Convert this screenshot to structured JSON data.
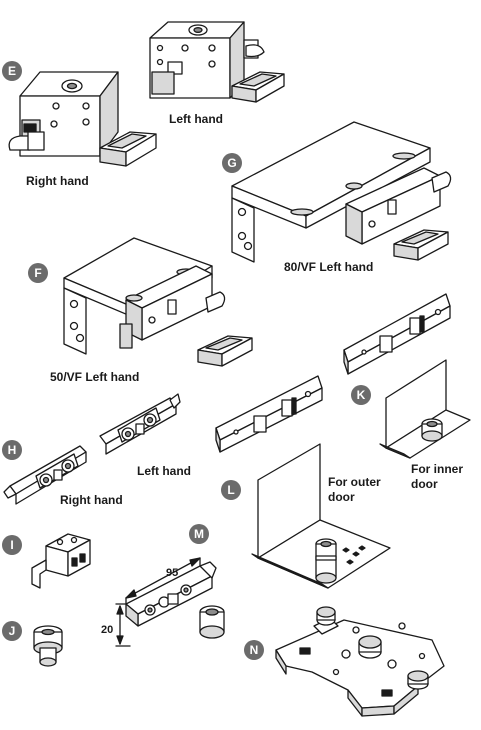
{
  "badges": {
    "E": "E",
    "F": "F",
    "G": "G",
    "H": "H",
    "I": "I",
    "J": "J",
    "K": "K",
    "L": "L",
    "M": "M",
    "N": "N"
  },
  "labels": {
    "e_left": "Left hand",
    "e_right": "Right hand",
    "g_caption": "80/VF Left hand",
    "f_caption": "50/VF Left hand",
    "h_left": "Left hand",
    "h_right": "Right hand",
    "k_line1": "For inner",
    "k_line2": "door",
    "l_line1": "For outer",
    "l_line2": "door"
  },
  "dimensions": {
    "length": "95",
    "height": "20"
  },
  "badge_color": "#6b6b6b"
}
